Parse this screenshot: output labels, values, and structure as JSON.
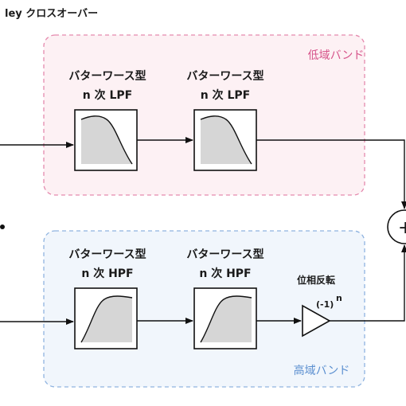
{
  "title": "ley クロスオーバー",
  "colors": {
    "low_band_fill": "#fdf1f4",
    "low_band_border": "#e58aae",
    "low_band_text": "#d6538a",
    "high_band_fill": "#f1f6fc",
    "high_band_border": "#8fb3e0",
    "high_band_text": "#5b8fd0",
    "wire": "#111111",
    "curve_fill": "#d6d6d6"
  },
  "low_band": {
    "label": "低域バンド",
    "filters": [
      {
        "line1": "バターワース型",
        "line2": "n 次 LPF",
        "response": "lowpass"
      },
      {
        "line1": "バターワース型",
        "line2": "n 次 LPF",
        "response": "lowpass"
      }
    ]
  },
  "high_band": {
    "label": "高域バンド",
    "filters": [
      {
        "line1": "バターワース型",
        "line2": "n 次 HPF",
        "response": "highpass"
      },
      {
        "line1": "バターワース型",
        "line2": "n 次 HPF",
        "response": "highpass"
      }
    ],
    "inverter": {
      "label": "位相反転",
      "gain_base": "(-1)",
      "gain_exp": "n"
    }
  },
  "summer": {
    "symbol": "+",
    "icon": "sum-junction-icon"
  }
}
